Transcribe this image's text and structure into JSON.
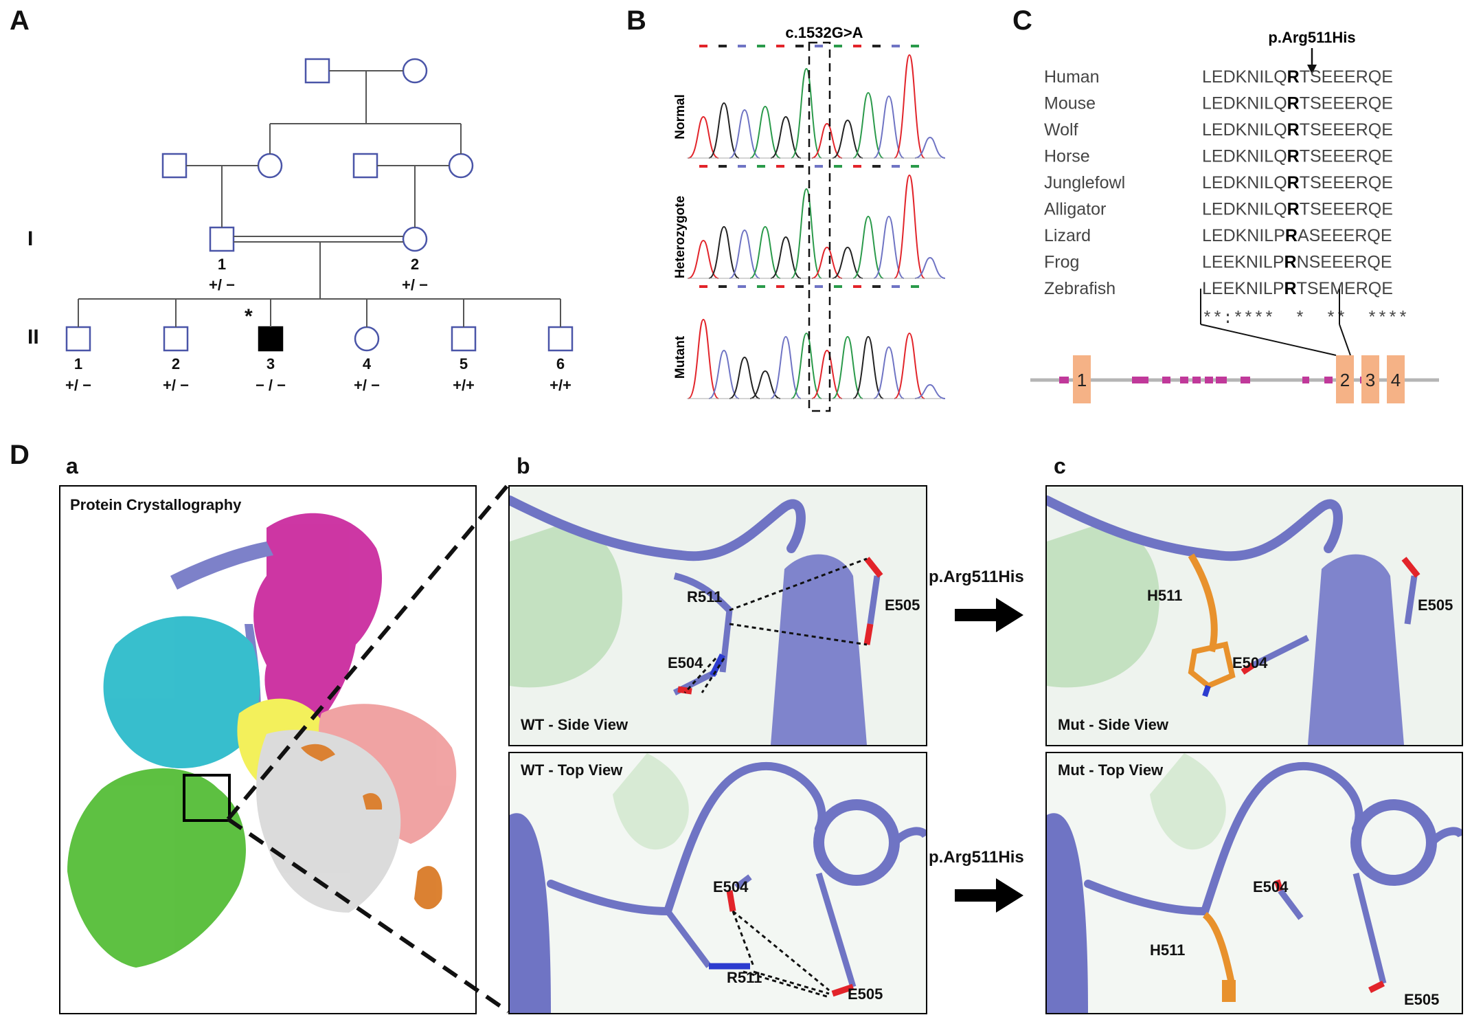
{
  "panels": {
    "A": "A",
    "B": "B",
    "C": "C",
    "D": "D",
    "Da": "a",
    "Db": "b",
    "Dc": "c"
  },
  "pedigree": {
    "gen1": "I",
    "gen2": "II",
    "proband_marker": "*",
    "gen1_members": [
      {
        "num": "1",
        "genotype": "+/ −"
      },
      {
        "num": "2",
        "genotype": "+/ −"
      }
    ],
    "gen2_members": [
      {
        "num": "1",
        "genotype": "+/ −"
      },
      {
        "num": "2",
        "genotype": "+/ −"
      },
      {
        "num": "3",
        "genotype": "− / −"
      },
      {
        "num": "4",
        "genotype": "+/ −"
      },
      {
        "num": "5",
        "genotype": "+/+"
      },
      {
        "num": "6",
        "genotype": "+/+"
      }
    ]
  },
  "chromatogram": {
    "variant": "c.1532G>A",
    "tracks": [
      "Normal",
      "Heterozygote",
      "Mutant"
    ]
  },
  "alignment": {
    "mutation": "p.Arg511His",
    "rows": [
      {
        "species": "Human",
        "pre": "LEDKNILQ",
        "key": "R",
        "post": "TSEEERQE"
      },
      {
        "species": "Mouse",
        "pre": "LEDKNILQ",
        "key": "R",
        "post": "TSEEERQE"
      },
      {
        "species": "Wolf",
        "pre": "LEDKNILQ",
        "key": "R",
        "post": "TSEEERQE"
      },
      {
        "species": "Horse",
        "pre": "LEDKNILQ",
        "key": "R",
        "post": "TSEEERQE"
      },
      {
        "species": "Junglefowl",
        "pre": "LEDKNILQ",
        "key": "R",
        "post": "TSEEERQE"
      },
      {
        "species": "Alligator",
        "pre": "LEDKNILQ",
        "key": "R",
        "post": "TSEEERQE"
      },
      {
        "species": "Lizard",
        "pre": "LEDKNILP",
        "key": "R",
        "post": "ASEEERQE"
      },
      {
        "species": "Frog",
        "pre": "LEEKNILP",
        "key": "R",
        "post": "NSEEERQE"
      },
      {
        "species": "Zebrafish",
        "pre": "LEEKNILP",
        "key": "R",
        "post": "TSEMERQE"
      }
    ],
    "conservation": "**:****  *  **  ****",
    "exons": [
      "1",
      "2",
      "3",
      "4"
    ]
  },
  "structure": {
    "crystallography_label": "Protein Crystallography",
    "mutation_arrow_label": "p.Arg511His",
    "wt_side": {
      "title": "WT - Side View",
      "r": "R511",
      "e504": "E504",
      "e505": "E505"
    },
    "mut_side": {
      "title": "Mut - Side View",
      "h": "H511",
      "e504": "E504",
      "e505": "E505"
    },
    "wt_top": {
      "title": "WT - Top View",
      "r": "R511",
      "e504": "E504",
      "e505": "E505"
    },
    "mut_top": {
      "title": "Mut - Top View",
      "h": "H511",
      "e504": "E504",
      "e505": "E505"
    },
    "colors": {
      "helix": "#6f74c4",
      "green": "#6fbf6a",
      "orange": "#e8912c",
      "red": "#e2242a",
      "blue": "#2c3ccf",
      "magenta": "#c8219a",
      "cyan": "#22b8c8",
      "yellowgreen": "#4cba2d",
      "yellow": "#f2ef4a",
      "salmon": "#ef9a9a",
      "grey": "#c8c8c8",
      "darkorange": "#d8741c"
    }
  }
}
